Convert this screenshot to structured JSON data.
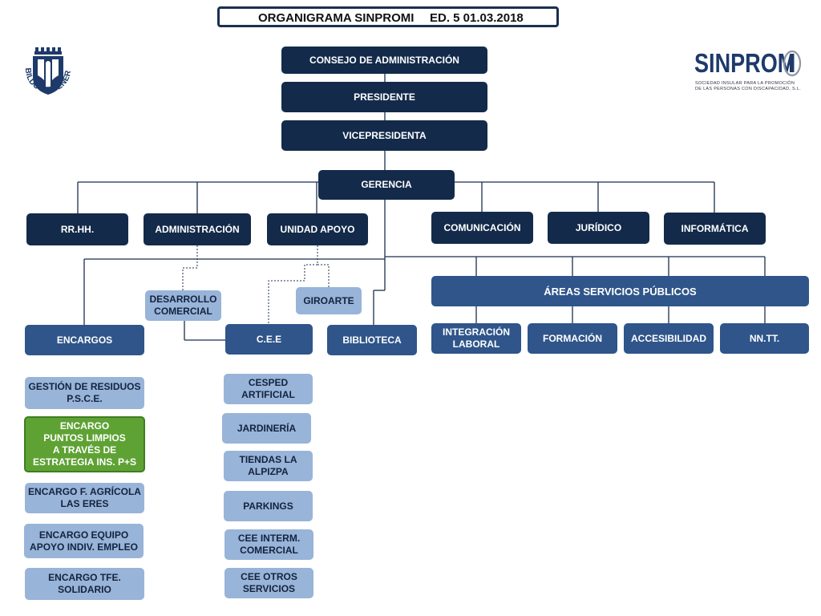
{
  "title": {
    "main": "ORGANIGRAMA SINPROMI",
    "edition": "ED. 5  01.03.2018"
  },
  "logos": {
    "left_text": "CABILDO DE TENERIFE",
    "right_name": "SINPROM",
    "right_subtitle_1": "SOCIEDAD INSULAR PARA LA PROMOCIÓN",
    "right_subtitle_2": "DE LAS PERSONAS CON DISCAPACIDAD, S.L."
  },
  "colors": {
    "dark": "#132a4a",
    "mid": "#2f558a",
    "light": "#98b4d8",
    "green": "#5ea234"
  },
  "top": {
    "consejo": "CONSEJO DE ADMINISTRACIÓN",
    "presidente": "PRESIDENTE",
    "vicepresidenta": "VICEPRESIDENTA",
    "gerencia": "GERENCIA"
  },
  "departments": {
    "rrhh": "RR.HH.",
    "administracion": "ADMINISTRACIÓN",
    "unidad_apoyo": "UNIDAD APOYO",
    "comunicacion": "COMUNICACIÓN",
    "juridico": "JURÍDICO",
    "informatica": "INFORMÁTICA"
  },
  "sub_units": {
    "desarrollo_comercial": "DESARROLLO\nCOMERCIAL",
    "giroarte": "GIROARTE",
    "encargos": "ENCARGOS",
    "cee": "C.E.E",
    "biblioteca": "BIBLIOTECA"
  },
  "areas": {
    "title": "ÁREAS SERVICIOS PÚBLICOS",
    "integracion": "INTEGRACIÓN\nLABORAL",
    "formacion": "FORMACIÓN",
    "accesibilidad": "ACCESIBILIDAD",
    "nntt": "NN.TT."
  },
  "encargos_items": [
    "GESTIÓN DE RESIDUOS\nP.S.C.E.",
    "ENCARGO\nPUNTOS LIMPIOS\nA TRAVÉS DE\nESTRATEGIA INS. P+S",
    "ENCARGO F. AGRÍCOLA\nLAS ERES",
    "ENCARGO  EQUIPO\nAPOYO INDIV. EMPLEO",
    "ENCARGO TFE.\nSOLIDARIO"
  ],
  "cee_items": [
    "CESPED\nARTIFICIAL",
    "JARDINERÍA",
    "TIENDAS LA\nALPIZPA",
    "PARKINGS",
    "CEE INTERM.\nCOMERCIAL",
    "CEE OTROS\nSERVICIOS"
  ]
}
